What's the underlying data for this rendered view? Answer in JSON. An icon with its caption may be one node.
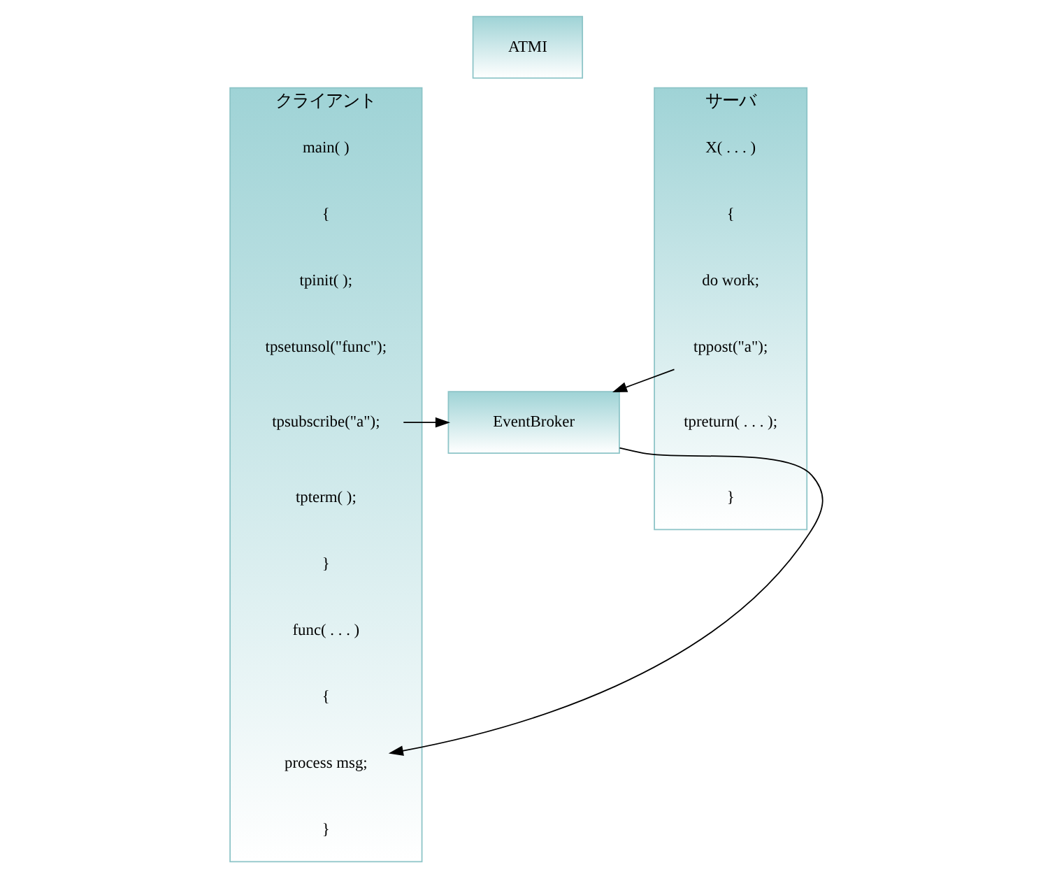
{
  "diagram": {
    "nodes": [
      {
        "text": [
          "ATMI"
        ]
      },
      {
        "text": [
          "クライアント"
        ]
      },
      {
        "text": [
          "main( )"
        ],
        "in": 1
      },
      {
        "text": [
          "{"
        ],
        "in": 1
      },
      {
        "text": [
          "tpinit( );"
        ],
        "in": 1
      },
      {
        "text": [
          "tpsetunsol(\"func\");"
        ],
        "in": 1
      },
      {
        "text": [
          "tpsubscribe(\"a\");"
        ],
        "in": 1
      },
      {
        "text": [
          "tpterm( );"
        ],
        "in": 1
      },
      {
        "text": [
          "}"
        ],
        "in": 1
      },
      {
        "text": [
          "func( . . . )"
        ],
        "in": 1
      },
      {
        "text": [
          "{"
        ],
        "in": 1
      },
      {
        "text": [
          "process msg;"
        ],
        "in": 1
      },
      {
        "text": [
          "}"
        ],
        "in": 1
      },
      {
        "text": [
          "EventBroker"
        ]
      },
      {
        "text": [
          "サーバ"
        ]
      },
      {
        "text": [
          "X( . . . )"
        ],
        "in": 14
      },
      {
        "text": [
          "{"
        ],
        "in": 14
      },
      {
        "text": [
          "do work;"
        ],
        "in": 14
      },
      {
        "text": [
          "tppost(\"a\");"
        ],
        "in": 14
      },
      {
        "text": [
          "tpreturn( . . . );"
        ],
        "in": 14
      },
      {
        "text": [
          "}"
        ],
        "in": 14
      }
    ],
    "edges": [
      {
        "from": 6,
        "to": 13,
        "arrow": "to"
      },
      {
        "from": 13,
        "to": 11,
        "arrow": "to"
      },
      {
        "from": 18,
        "to": 13,
        "arrow": "to"
      }
    ]
  }
}
